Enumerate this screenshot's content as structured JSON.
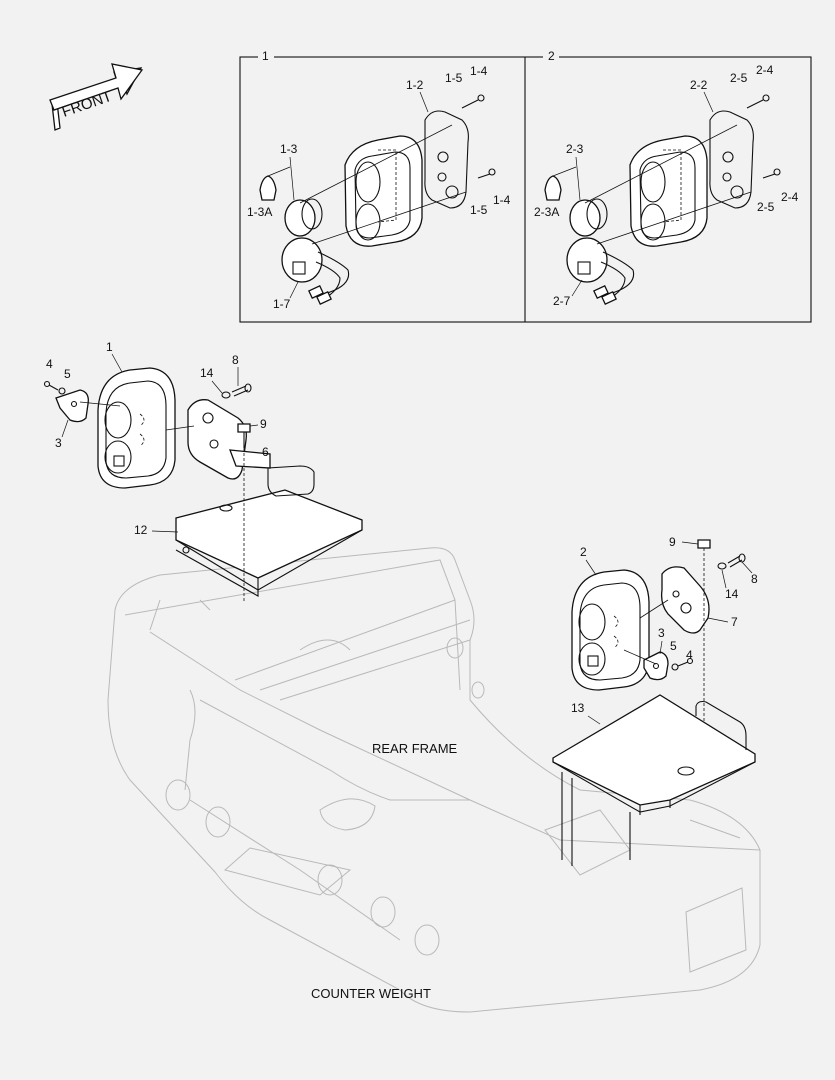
{
  "direction_arrow": {
    "label": "FRONT"
  },
  "detail_boxes": [
    {
      "number": "1",
      "callouts": [
        "1-2",
        "1-3",
        "1-3A",
        "1-4",
        "1-5",
        "1-4",
        "1-5",
        "1-7"
      ]
    },
    {
      "number": "2",
      "callouts": [
        "2-2",
        "2-3",
        "2-3A",
        "2-4",
        "2-5",
        "2-4",
        "2-5",
        "2-7"
      ]
    }
  ],
  "left_assembly_callouts": [
    "1",
    "3",
    "4",
    "5",
    "6",
    "8",
    "9",
    "12",
    "14"
  ],
  "right_assembly_callouts": [
    "2",
    "3",
    "4",
    "5",
    "7",
    "8",
    "9",
    "13",
    "14"
  ],
  "frame_labels": {
    "rear_frame": "REAR FRAME",
    "counter_weight": "COUNTER WEIGHT"
  }
}
